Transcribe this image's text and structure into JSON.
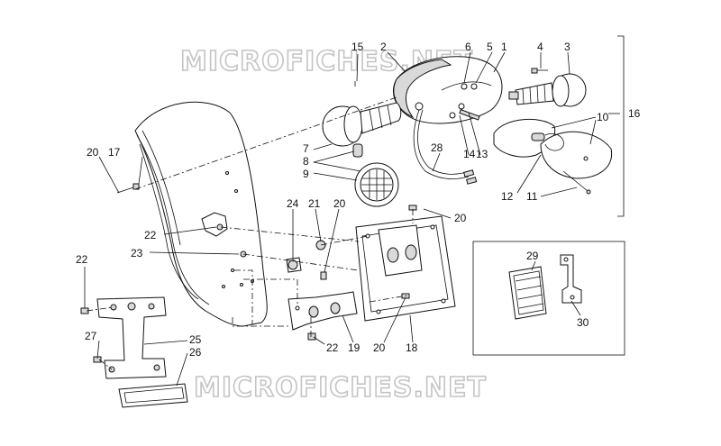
{
  "watermark": {
    "text": "MICROFICHES.NET",
    "color": "#c4c4c4"
  },
  "callouts": [
    {
      "id": "c1",
      "label": "1"
    },
    {
      "id": "c2",
      "label": "2"
    },
    {
      "id": "c3",
      "label": "3"
    },
    {
      "id": "c4",
      "label": "4"
    },
    {
      "id": "c5",
      "label": "5"
    },
    {
      "id": "c6",
      "label": "6"
    },
    {
      "id": "c7",
      "label": "7"
    },
    {
      "id": "c8",
      "label": "8"
    },
    {
      "id": "c9",
      "label": "9"
    },
    {
      "id": "c10",
      "label": "10"
    },
    {
      "id": "c11",
      "label": "11"
    },
    {
      "id": "c12",
      "label": "12"
    },
    {
      "id": "c13",
      "label": "13"
    },
    {
      "id": "c14",
      "label": "14"
    },
    {
      "id": "c15",
      "label": "15"
    },
    {
      "id": "c16",
      "label": "16"
    },
    {
      "id": "c17",
      "label": "17"
    },
    {
      "id": "c18",
      "label": "18"
    },
    {
      "id": "c19",
      "label": "19"
    },
    {
      "id": "c20a",
      "label": "20"
    },
    {
      "id": "c20b",
      "label": "20"
    },
    {
      "id": "c20c",
      "label": "20"
    },
    {
      "id": "c20d",
      "label": "20"
    },
    {
      "id": "c21",
      "label": "21"
    },
    {
      "id": "c22a",
      "label": "22"
    },
    {
      "id": "c22b",
      "label": "22"
    },
    {
      "id": "c22c",
      "label": "22"
    },
    {
      "id": "c23",
      "label": "23"
    },
    {
      "id": "c24",
      "label": "24"
    },
    {
      "id": "c25",
      "label": "25"
    },
    {
      "id": "c26",
      "label": "26"
    },
    {
      "id": "c27",
      "label": "27"
    },
    {
      "id": "c28",
      "label": "28"
    },
    {
      "id": "c29",
      "label": "29"
    },
    {
      "id": "c30",
      "label": "30"
    }
  ]
}
